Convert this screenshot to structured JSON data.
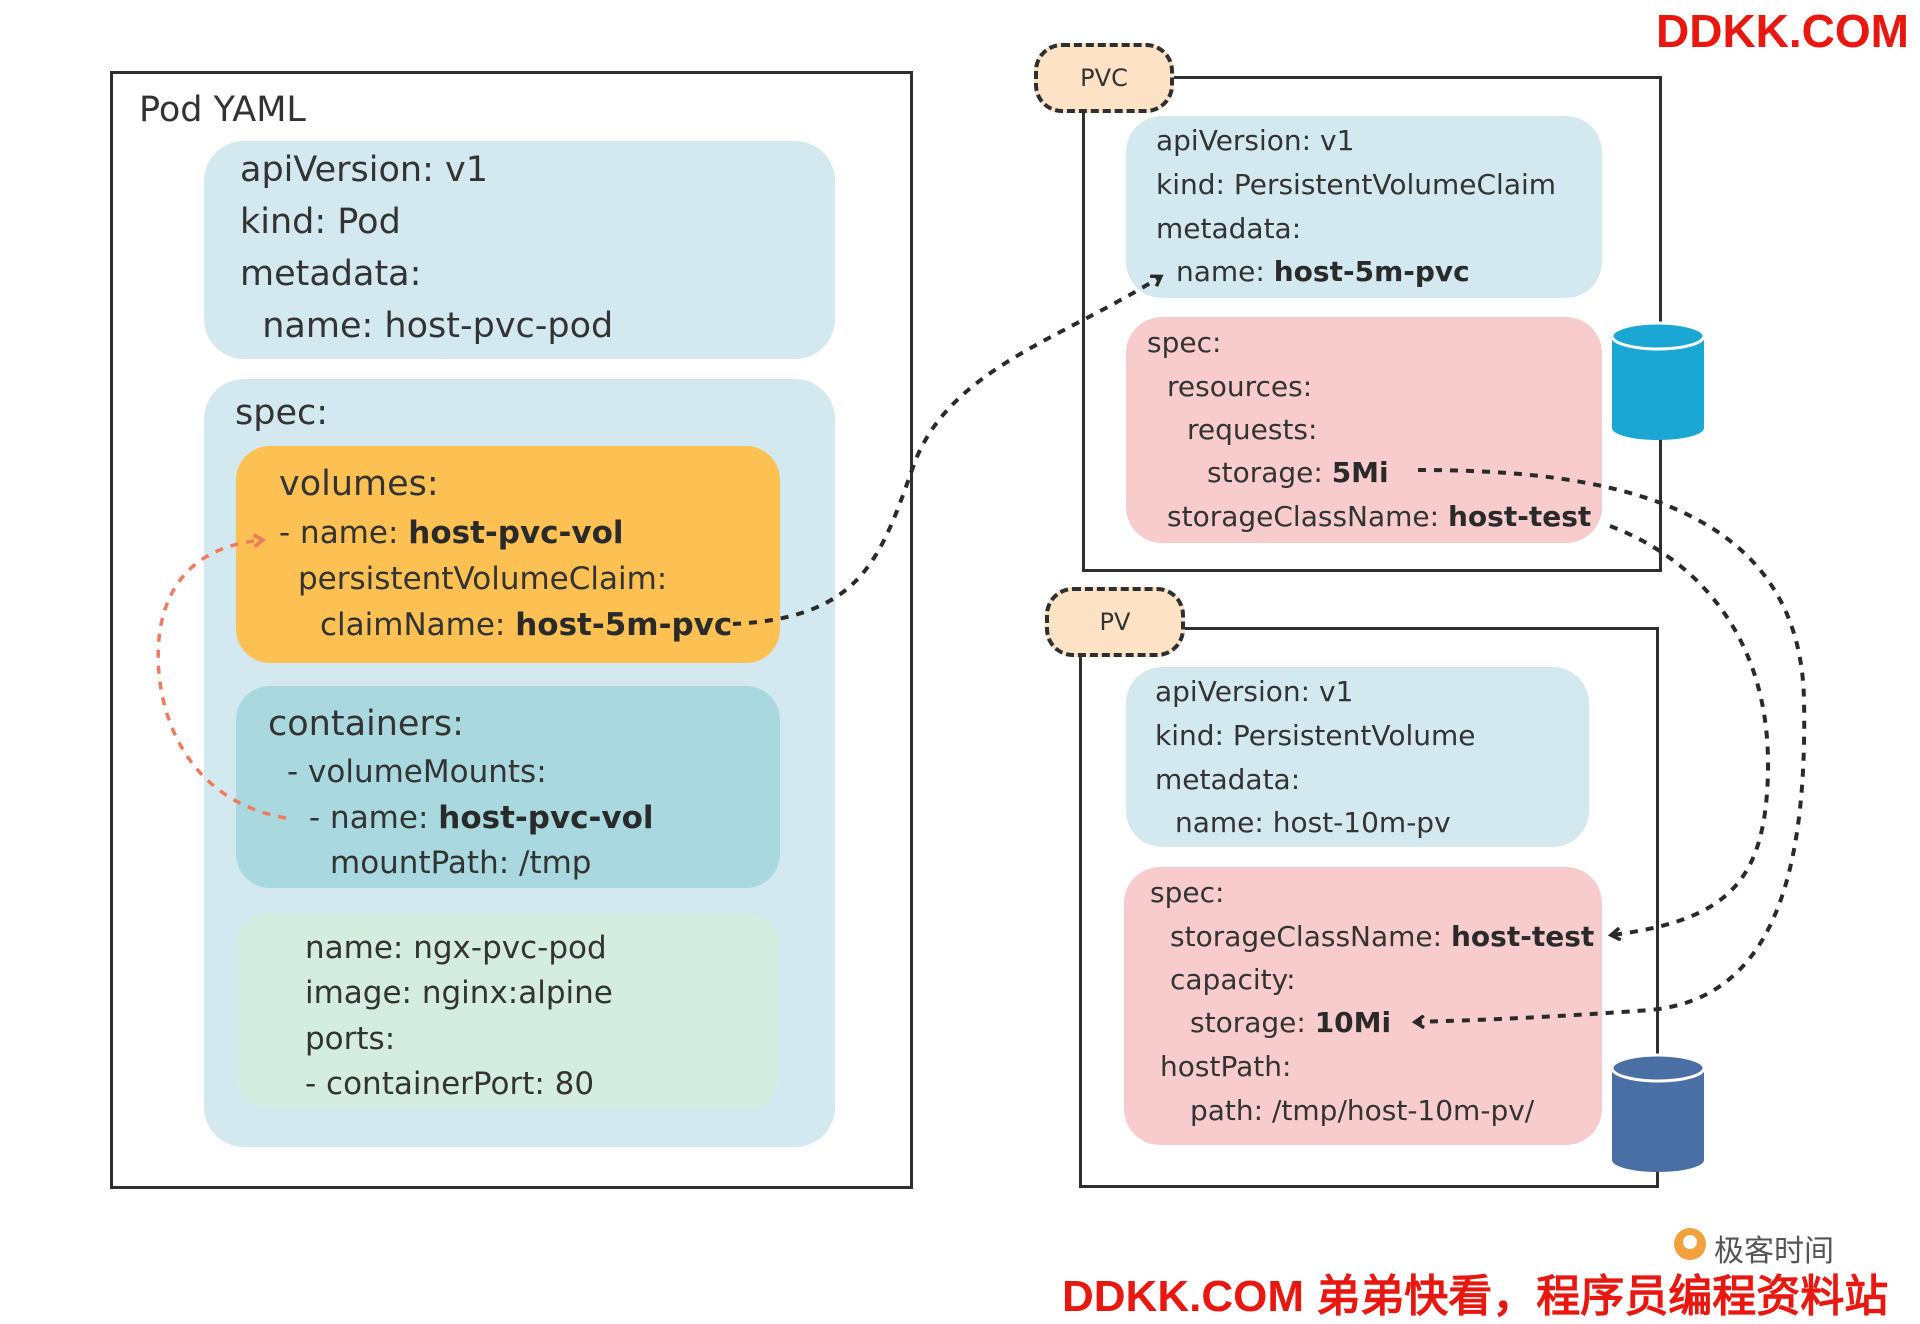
{
  "watermark": {
    "top": "DDKK.COM",
    "bottom": "DDKK.COM 弟弟快看，程序员编程资料站"
  },
  "logo": {
    "text": "极客时间"
  },
  "pod": {
    "title": "Pod YAML",
    "header_lines": [
      "apiVersion: v1",
      "kind: Pod",
      "metadata:",
      "  name: host-pvc-pod"
    ],
    "spec_label": "spec:",
    "volumes": {
      "label": "volumes:",
      "name_key": "- name: ",
      "name_val": "host-pvc-vol",
      "pvc_key": "persistentVolumeClaim:",
      "claim_key": "claimName: ",
      "claim_val": "host-5m-pvc"
    },
    "containers": {
      "label": "containers:",
      "mounts": "- volumeMounts:",
      "name_key": "- name: ",
      "name_val": "host-pvc-vol",
      "mount_path": "mountPath: /tmp"
    },
    "container_lines": [
      "name: ngx-pvc-pod",
      "image: nginx:alpine",
      "ports:",
      "- containerPort: 80"
    ]
  },
  "pvc": {
    "tag": "PVC",
    "header_lines": [
      "apiVersion: v1",
      "kind: PersistentVolumeClaim",
      "metadata:"
    ],
    "name_key": "name: ",
    "name_val": "host-5m-pvc",
    "spec_lines": [
      "spec:",
      "resources:",
      "requests:"
    ],
    "storage_key": "storage: ",
    "storage_val": "5Mi",
    "sc_key": "storageClassName: ",
    "sc_val": "host-test",
    "db_color": "#1ba7d3"
  },
  "pv": {
    "tag": "PV",
    "header_lines": [
      "apiVersion: v1",
      "kind: PersistentVolume",
      "metadata:",
      "name: host-10m-pv"
    ],
    "spec_label": "spec:",
    "sc_key": "storageClassName: ",
    "sc_val": "host-test",
    "capacity": "capacity:",
    "storage_key": "storage: ",
    "storage_val": "10Mi",
    "host_path": "hostPath:",
    "path": "path: /tmp/host-10m-pv/",
    "db_color": "#4a6fa5"
  },
  "colors": {
    "light_blue": "#d4e9ef",
    "orange": "#fdc052",
    "teal": "#a9d9de",
    "green": "#d5ece0",
    "pink": "#f8cccc",
    "tag_fill": "#fde2c6",
    "red_arrow": "#f07a5e",
    "dark_arrow": "#2a2a2a",
    "watermark": "#e8170f"
  }
}
